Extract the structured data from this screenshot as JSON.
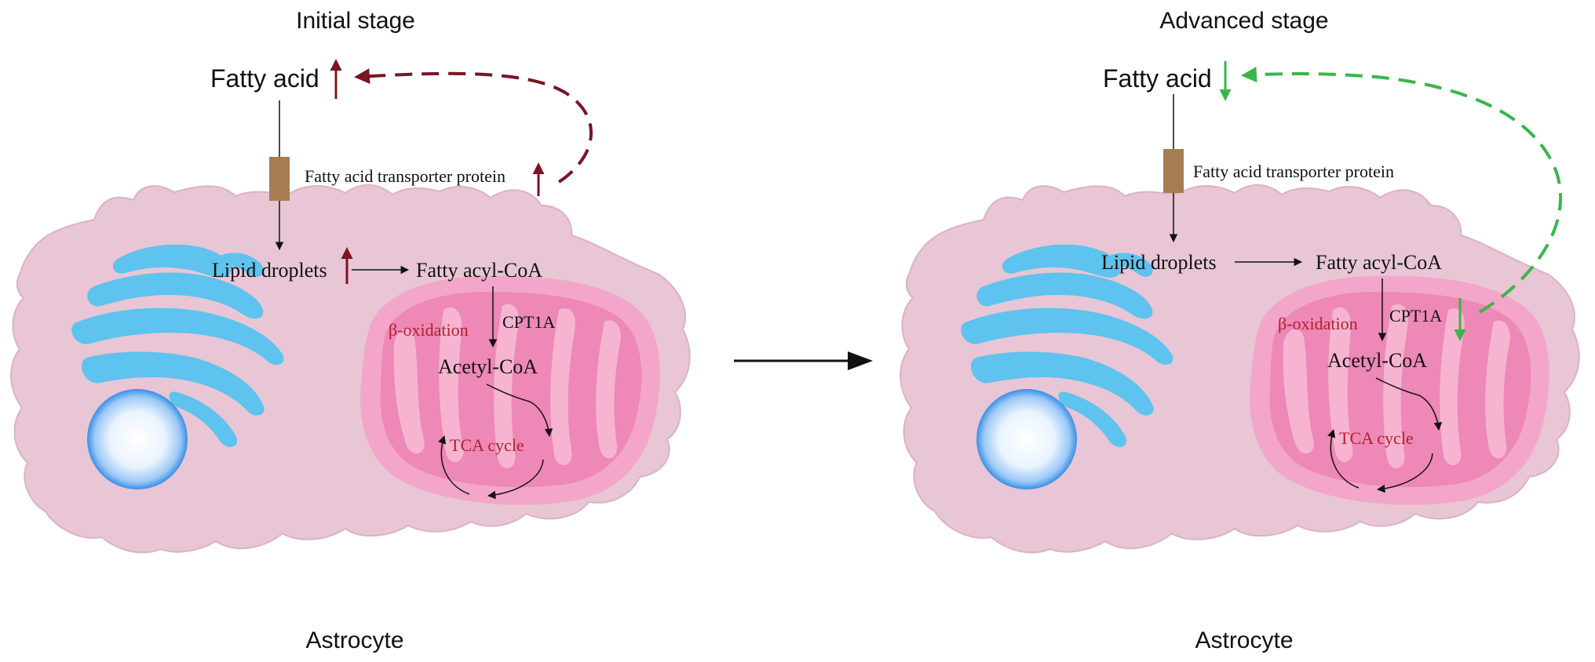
{
  "colors": {
    "cell_fill": "#e8c6d5",
    "cell_stroke": "#dcb2c5",
    "mito_outer": "#f3a6c9",
    "mito_inner": "#ee88b6",
    "er_blue": "#5ec3ee",
    "nucleus_center": "#ffffff",
    "nucleus_edge": "#3a8fe6",
    "transporter": "#a67c52",
    "increase_arrow": "#7a1424",
    "decrease_arrow": "#3bb54a",
    "text_red": "#b0202a",
    "text_black": "#111111"
  },
  "icons": {
    "increase": "arrow-up-icon",
    "decrease": "arrow-down-icon",
    "transition": "arrow-right-icon"
  },
  "panels": [
    {
      "stage_title": "Initial stage",
      "fatty_acid": "Fatty acid",
      "transporter": "Fatty acid transporter protein",
      "lipid_droplets": "Lipid droplets",
      "fatty_acyl_coa": "Fatty acyl-CoA",
      "beta_oxidation": "β-oxidation",
      "cpt1a": "CPT1A",
      "acetyl_coa": "Acetyl-CoA",
      "tca_cycle": "TCA cycle",
      "cell_label": "Astrocyte",
      "regulation": "increase"
    },
    {
      "stage_title": "Advanced stage",
      "fatty_acid": "Fatty acid",
      "transporter": "Fatty acid transporter protein",
      "lipid_droplets": "Lipid droplets",
      "fatty_acyl_coa": "Fatty acyl-CoA",
      "beta_oxidation": "β-oxidation",
      "cpt1a": "CPT1A",
      "acetyl_coa": "Acetyl-CoA",
      "tca_cycle": "TCA cycle",
      "cell_label": "Astrocyte",
      "regulation": "decrease"
    }
  ]
}
